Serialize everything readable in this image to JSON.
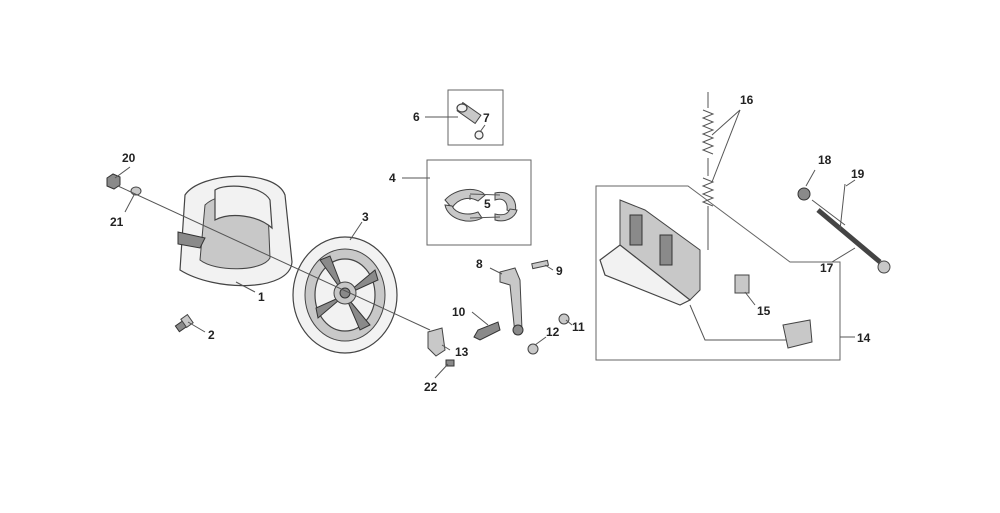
{
  "callouts": [
    {
      "id": "1",
      "text": "1"
    },
    {
      "id": "2",
      "text": "2"
    },
    {
      "id": "3",
      "text": "3"
    },
    {
      "id": "4",
      "text": "4"
    },
    {
      "id": "5",
      "text": "5"
    },
    {
      "id": "6",
      "text": "6"
    },
    {
      "id": "7",
      "text": "7"
    },
    {
      "id": "8",
      "text": "8"
    },
    {
      "id": "9",
      "text": "9"
    },
    {
      "id": "10",
      "text": "10"
    },
    {
      "id": "11",
      "text": "11"
    },
    {
      "id": "12",
      "text": "12"
    },
    {
      "id": "13",
      "text": "13"
    },
    {
      "id": "14",
      "text": "14"
    },
    {
      "id": "15",
      "text": "15"
    },
    {
      "id": "16",
      "text": "16"
    },
    {
      "id": "17",
      "text": "17"
    },
    {
      "id": "18",
      "text": "18"
    },
    {
      "id": "19",
      "text": "19"
    },
    {
      "id": "20",
      "text": "20"
    },
    {
      "id": "21",
      "text": "21"
    },
    {
      "id": "22",
      "text": "22"
    }
  ],
  "colors": {
    "line": "#555555",
    "part_fill": "#f2f2f2",
    "dark_fill": "#8a8a8a"
  }
}
